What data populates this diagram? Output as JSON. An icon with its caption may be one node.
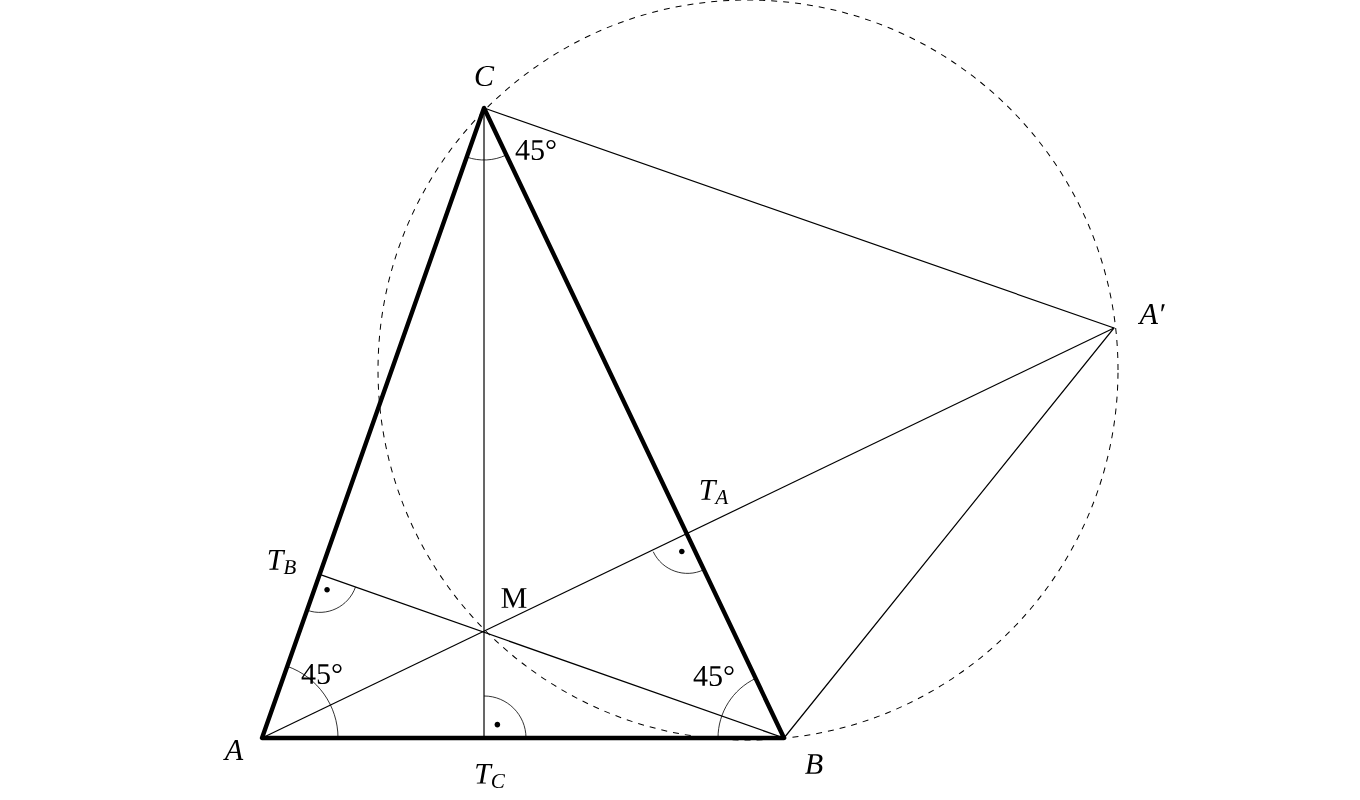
{
  "diagram": {
    "labels": [
      "C",
      "45°",
      "A′",
      "T$_{A}$",
      "T$_{B}$",
      "M",
      "45°",
      "45°",
      "A",
      "B",
      "T$_{C}$"
    ]
  }
}
